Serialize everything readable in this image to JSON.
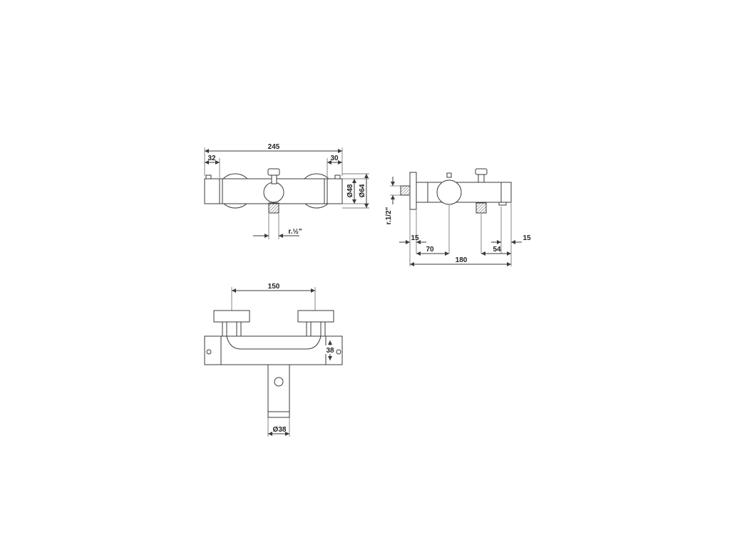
{
  "front_view": {
    "width_label": "245",
    "left_offset_label": "32",
    "right_offset_label": "30",
    "diameter_inner_label": "Ø48",
    "diameter_outer_label": "Ø64",
    "thread_label": "r.½\""
  },
  "side_view": {
    "thread_label": "r.1/2\"",
    "offset_left_label": "15",
    "center_label": "70",
    "spout_label": "54",
    "offset_right_label": "15",
    "depth_label": "180"
  },
  "top_view": {
    "handle_spacing_label": "150",
    "height_label": "38",
    "spout_diameter_label": "Ø38"
  },
  "colors": {
    "line": "#3a3a3a",
    "background": "#ffffff"
  }
}
